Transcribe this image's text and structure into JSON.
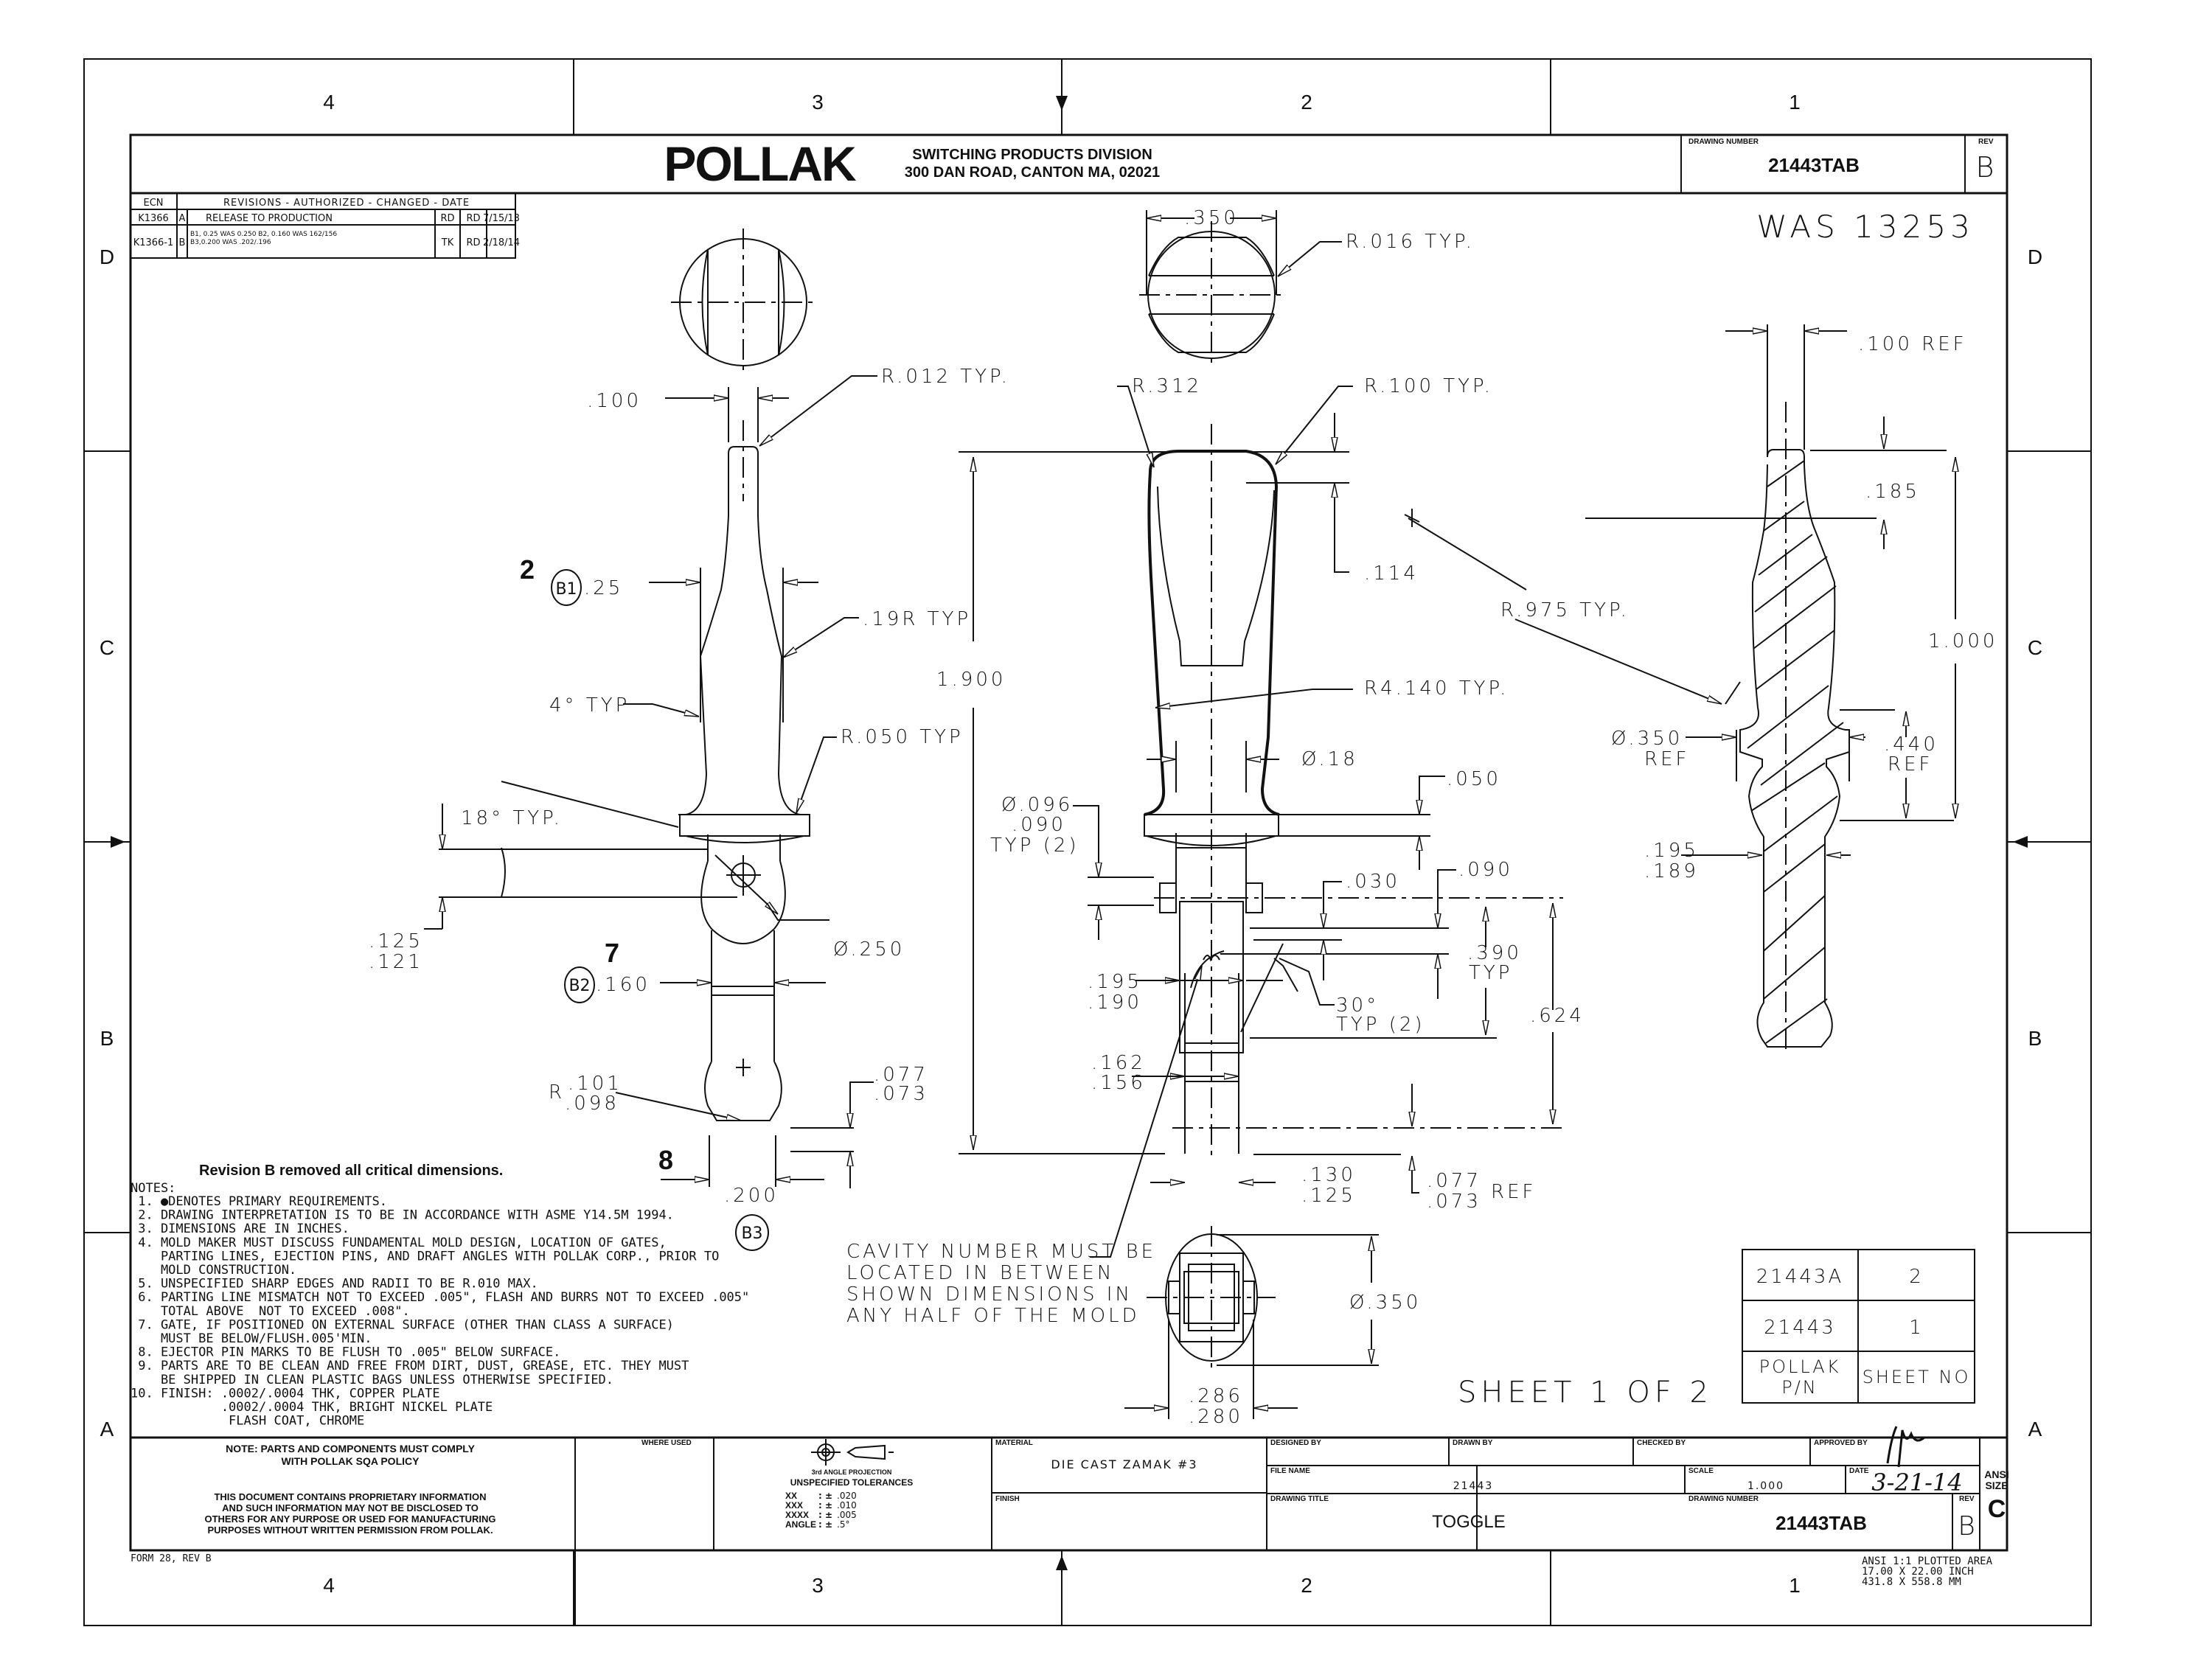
{
  "company": {
    "logo": "POLLAK",
    "division": "SWITCHING PRODUCTS DIVISION",
    "address": "300 DAN ROAD, CANTON MA, 02021"
  },
  "header_block": {
    "drawing_number_caption": "DRAWING NUMBER",
    "drawing_number": "21443TAB",
    "rev_caption": "REV",
    "rev": "B",
    "was_note": "WAS 13253"
  },
  "zones": {
    "columns": [
      "4",
      "3",
      "2",
      "1"
    ],
    "rows": [
      "D",
      "C",
      "B",
      "A"
    ]
  },
  "revisions": {
    "headers": [
      "ECN",
      "REVISIONS - AUTHORIZED - CHANGED - DATE"
    ],
    "rows": [
      {
        "ecn": "K1366",
        "rev": "A",
        "description": "RELEASE TO PRODUCTION",
        "authorized": "RD",
        "changed": "RD",
        "date": "7/15/13"
      },
      {
        "ecn": "K1366-1",
        "rev": "B",
        "description_line1": "B1, 0.25 WAS 0.250 B2, 0.160 WAS 162/156",
        "description_line2": "B3,0.200 WAS .202/.196",
        "authorized": "TK",
        "changed": "RD",
        "date": "2/18/14"
      }
    ]
  },
  "callouts": {
    "balloon_2": "2",
    "balloon_7": "7",
    "balloon_8": "8",
    "b1": "B1",
    "b2": "B2",
    "b3": "B3"
  },
  "dimensions_left": {
    "d_100": ".100",
    "r012": "R.012 TYP.",
    "d_25": ".25",
    "r19": ".19R TYP",
    "typ4": "4° TYP",
    "r050": "R.050 TYP",
    "typ18": "18° TYP.",
    "d_125": ".125",
    "d_121": ".121",
    "dia250": "Ø.250",
    "d_160": ".160",
    "r_label": "R",
    "r_101": ".101",
    "r_098": ".098",
    "d_077": ".077",
    "d_073": ".073",
    "d_200": ".200"
  },
  "dimensions_center": {
    "d_350_top": ".350",
    "r016": "R.016 TYP.",
    "r312": "R.312",
    "r100": "R.100 TYP.",
    "d_114": ".114",
    "d_1900": "1.900",
    "r4140": "R4.140 TYP.",
    "dia18": "Ø.18",
    "d_050": ".050",
    "dia096": "Ø.096",
    "d_090a": ".090",
    "typ2": "TYP (2)",
    "d_030": ".030",
    "d_090b": ".090",
    "d_390": ".390",
    "typ": "TYP",
    "d_195": ".195",
    "d_190": ".190",
    "deg30": "30°",
    "typ2b": "TYP (2)",
    "d_624": ".624",
    "d_162": ".162",
    "d_156": ".156",
    "d_130": ".130",
    "d_125": ".125",
    "d_077": ".077",
    "d_073": ".073",
    "ref": "REF",
    "dia350": "Ø.350",
    "d_286": ".286",
    "d_280": ".280"
  },
  "dimensions_right": {
    "d_100ref": ".100 REF",
    "d_185": ".185",
    "r975": "R.975 TYP.",
    "d_1000": "1.000",
    "dia350": "Ø.350",
    "ref1": "REF",
    "d_440": ".440",
    "ref2": "REF",
    "d_195": ".195",
    "d_189": ".189"
  },
  "cavity_note": [
    "CAVITY NUMBER MUST BE",
    "LOCATED IN BETWEEN",
    "SHOWN DIMENSIONS IN",
    "ANY HALF OF THE MOLD"
  ],
  "revision_remark": "Revision B removed all critical dimensions.",
  "notes": {
    "title": "NOTES:",
    "lines": [
      " 1. ●DENOTES PRIMARY REQUIREMENTS.",
      " 2. DRAWING INTERPRETATION IS TO BE IN ACCORDANCE WITH ASME Y14.5M 1994.",
      " 3. DIMENSIONS ARE IN INCHES.",
      " 4. MOLD MAKER MUST DISCUSS FUNDAMENTAL MOLD DESIGN, LOCATION OF GATES,",
      "    PARTING LINES, EJECTION PINS, AND DRAFT ANGLES WITH POLLAK CORP., PRIOR TO",
      "    MOLD CONSTRUCTION.",
      " 5. UNSPECIFIED SHARP EDGES AND RADII TO BE R.010 MAX.",
      " 6. PARTING LINE MISMATCH NOT TO EXCEED .005\", FLASH AND BURRS NOT TO EXCEED .005\"",
      "    TOTAL ABOVE  NOT TO EXCEED .008\".",
      " 7. GATE, IF POSITIONED ON EXTERNAL SURFACE (OTHER THAN CLASS A SURFACE)",
      "    MUST BE BELOW/FLUSH.005'MIN.",
      " 8. EJECTOR PIN MARKS TO BE FLUSH TO .005\" BELOW SURFACE.",
      " 9. PARTS ARE TO BE CLEAN AND FREE FROM DIRT, DUST, GREASE, ETC. THEY MUST",
      "    BE SHIPPED IN CLEAN PLASTIC BAGS UNLESS OTHERWISE SPECIFIED.",
      "10. FINISH: .0002/.0004 THK, COPPER PLATE",
      "            .0002/.0004 THK, BRIGHT NICKEL PLATE",
      "             FLASH COAT, CHROME"
    ]
  },
  "sheet_table": {
    "rows": [
      {
        "pn": "21443A",
        "sheet": "2"
      },
      {
        "pn": "21443",
        "sheet": "1"
      }
    ],
    "footer_pn_line1": "POLLAK",
    "footer_pn_line2": "P/N",
    "footer_sheet": "SHEET NO"
  },
  "sheet_of": "SHEET 1 OF 2",
  "title_block": {
    "compliance_line1": "NOTE: PARTS AND COMPONENTS MUST COMPLY",
    "compliance_line2": "WITH POLLAK SQA POLICY",
    "proprietary": [
      "THIS DOCUMENT CONTAINS PROPRIETARY INFORMATION",
      "AND SUCH INFORMATION MAY NOT BE DISCLOSED TO",
      "OTHERS FOR ANY PURPOSE OR USED FOR MANUFACTURING",
      "PURPOSES WITHOUT WRITTEN PERMISSION FROM POLLAK."
    ],
    "where_used_caption": "WHERE USED",
    "projection_caption": "3rd ANGLE PROJECTION",
    "tolerances_title": "UNSPECIFIED TOLERANCES",
    "tolerances": [
      {
        "key": "XX",
        "value": ".020"
      },
      {
        "key": "XXX",
        "value": ".010"
      },
      {
        "key": "XXXX",
        "value": ".005"
      },
      {
        "key": "ANGLE",
        "value": ".5°"
      }
    ],
    "material_caption": "MATERIAL",
    "material": "DIE CAST ZAMAK #3",
    "finish_caption": "FINISH",
    "designed_by_caption": "DESIGNED BY",
    "drawn_by_caption": "DRAWN BY",
    "checked_by_caption": "CHECKED BY",
    "approved_by_caption": "APPROVED BY",
    "file_name_caption": "FILE NAME",
    "file_name": "21443",
    "scale_caption": "SCALE",
    "scale": "1.000",
    "date_caption": "DATE",
    "date": "3-21-14",
    "drawing_title_caption": "DRAWING TITLE",
    "drawing_title": "TOGGLE",
    "drawing_number_caption": "DRAWING NUMBER",
    "drawing_number": "21443TAB",
    "rev_caption": "REV",
    "rev": "B",
    "ansi_line1": "ANSI",
    "ansi_line2": "SIZE",
    "ansi_size": "C",
    "form": "FORM 28, REV B"
  },
  "plot_info": [
    "ANSI  1:1 PLOTTED AREA",
    "17.00 X 22.00 INCH",
    "431.8 X 558.8 MM"
  ]
}
